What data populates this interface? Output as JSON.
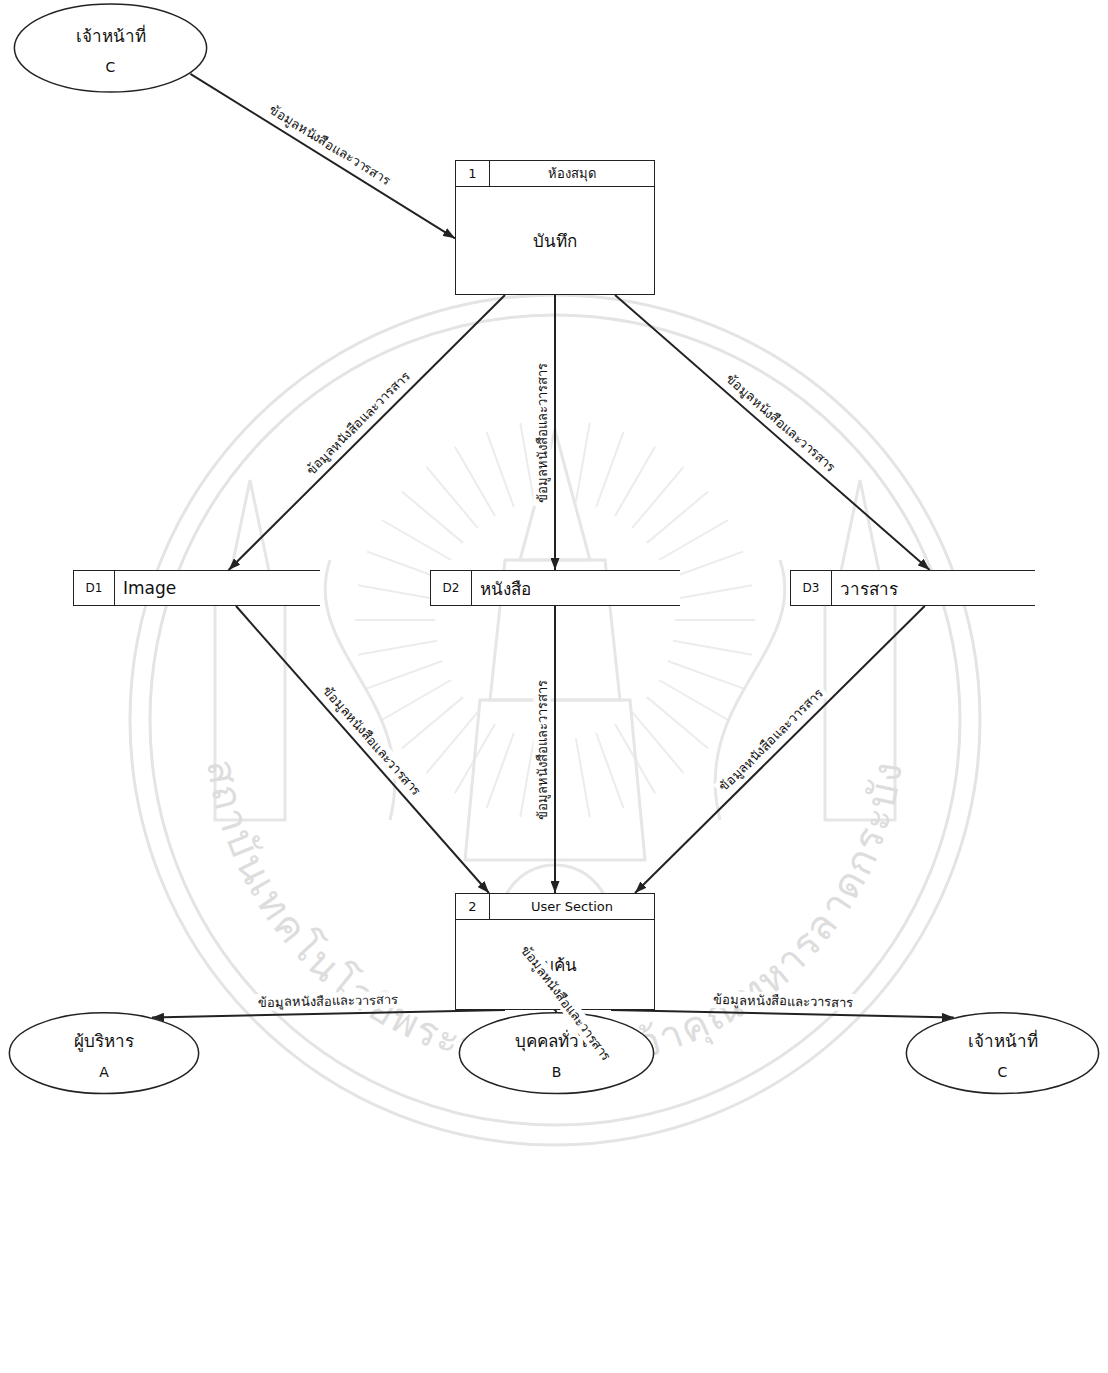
{
  "diagram": {
    "nodes": [
      {
        "text": [
          "เจ้าหน้าที่",
          "C"
        ]
      },
      {
        "text": [
          "1",
          "ห้องสมุด",
          "บันทึก"
        ]
      },
      {
        "text": [
          "D1",
          "Image"
        ]
      },
      {
        "text": [
          "D2",
          "หนังสือ"
        ]
      },
      {
        "text": [
          "D3",
          "วารสาร"
        ]
      },
      {
        "text": [
          "2",
          "User Section",
          "สืบค้น"
        ]
      },
      {
        "text": [
          "ผู้บริหาร",
          "A"
        ]
      },
      {
        "text": [
          "บุคคลทั่วไป",
          "B"
        ]
      },
      {
        "text": [
          "เจ้าหน้าที่",
          "C"
        ]
      }
    ],
    "edges": [
      {
        "from": 0,
        "to": 1,
        "label": "ข้อมูลหนังสือและวารสาร",
        "arrow": "to"
      },
      {
        "from": 1,
        "to": 2,
        "label": "ข้อมูลหนังสือและวารสาร",
        "arrow": "to"
      },
      {
        "from": 1,
        "to": 3,
        "label": "ข้อมูลหนังสือและวารสาร",
        "arrow": "to"
      },
      {
        "from": 1,
        "to": 4,
        "label": "ข้อมูลหนังสือและวารสาร",
        "arrow": "to"
      },
      {
        "from": 2,
        "to": 5,
        "label": "ข้อมูลหนังสือและวารสาร",
        "arrow": "to"
      },
      {
        "from": 3,
        "to": 5,
        "label": "ข้อมูลหนังสือและวารสาร",
        "arrow": "to"
      },
      {
        "from": 4,
        "to": 5,
        "label": "ข้อมูลหนังสือและวารสาร",
        "arrow": "to"
      },
      {
        "from": 5,
        "to": 6,
        "label": "ข้อมูลหนังสือและวารสาร",
        "arrow": "to"
      },
      {
        "from": 5,
        "to": 7,
        "label": "ข้อมูลหนังสือและวารสาร",
        "arrow": "to"
      },
      {
        "from": 5,
        "to": 8,
        "label": "ข้อมูลหนังสือและวารสาร",
        "arrow": "to"
      }
    ],
    "labels": [
      "สถาบันเทคโนโลยีพระจอมเกล้าเจ้าคุณทหารลาดกระบัง"
    ]
  }
}
